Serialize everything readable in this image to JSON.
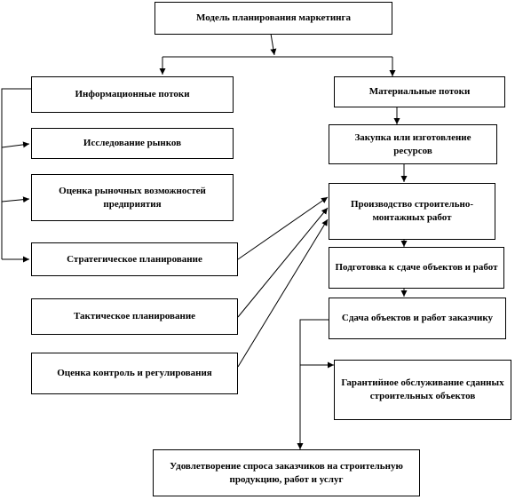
{
  "diagram": {
    "nodes": {
      "root": "Модель планирования маркетинга",
      "info_flows": "Информационные потоки",
      "material_flows": "Материальные потоки",
      "market_research": "Исследование рынков",
      "market_opportunities": "Оценка рыночных возможностей предприятия",
      "purchase_resources": "Закупка или изготовление ресурсов",
      "strategic_planning": "Стратегическое планирование",
      "production_works": "Производство строительно-монтажных работ",
      "prep_delivery": "Подготовка к сдаче объектов и работ",
      "tactical_planning": "Тактическое планирование",
      "handover": "Сдача объектов и работ заказчику",
      "control_regulation": "Оценка контроль и регулирования",
      "warranty_service": "Гарантийное обслуживание сданных строительных объектов",
      "demand_satisfaction": "Удовлетворение спроса заказчиков на строительную продукцию, работ и услуг"
    },
    "edges": [
      [
        "root",
        "info_flows"
      ],
      [
        "root",
        "material_flows"
      ],
      [
        "info_flows",
        "market_research"
      ],
      [
        "info_flows",
        "market_opportunities"
      ],
      [
        "info_flows",
        "strategic_planning"
      ],
      [
        "material_flows",
        "purchase_resources"
      ],
      [
        "purchase_resources",
        "production_works"
      ],
      [
        "production_works",
        "prep_delivery"
      ],
      [
        "prep_delivery",
        "handover"
      ],
      [
        "strategic_planning",
        "production_works"
      ],
      [
        "tactical_planning",
        "production_works"
      ],
      [
        "control_regulation",
        "production_works"
      ],
      [
        "handover",
        "warranty_service"
      ],
      [
        "handover",
        "demand_satisfaction"
      ]
    ]
  }
}
